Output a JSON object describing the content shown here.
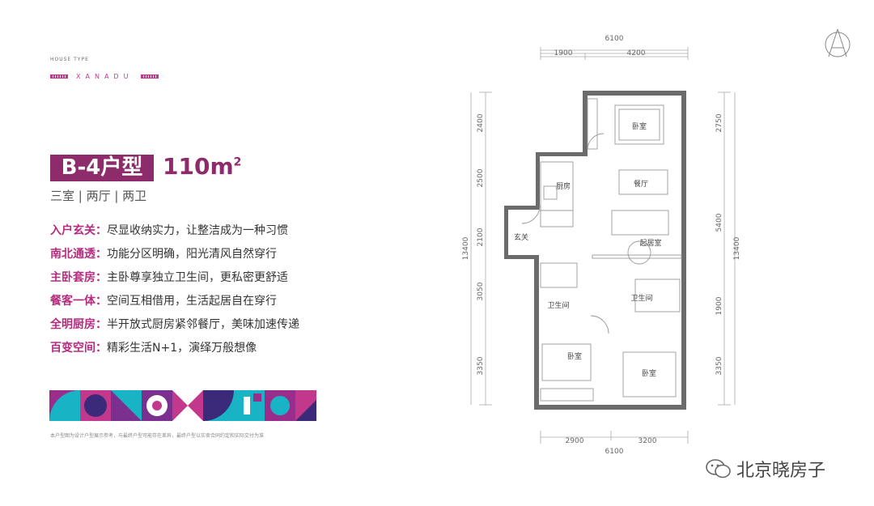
{
  "header": {
    "house_type": "HOUSE TYPE",
    "brand": "XANADU"
  },
  "title": {
    "model": "B-4户型",
    "area": "110m",
    "area_unit_sup": "2",
    "rooms": "三室 | 两厅 | 两卫"
  },
  "features": [
    {
      "key": "入户玄关：",
      "text": "尽显收纳实力，让整洁成为一种习惯"
    },
    {
      "key": "南北通透：",
      "text": "功能分区明确，阳光清风自然穿行"
    },
    {
      "key": "主卧套房：",
      "text": "主卧尊享独立卫生间，更私密更舒适"
    },
    {
      "key": "餐客一体：",
      "text": "空间互相借用，生活起居自在穿行"
    },
    {
      "key": "全明厨房：",
      "text": "半开放式厨房紧邻餐厅，美味加速传递"
    },
    {
      "key": "百变空间：",
      "text": "精彩生活N+1，演绎万般想像"
    }
  ],
  "disclaimer": "本户型图为设计户型展示参考，与最终户型可能存在差异，最终户型以实卖合同约定和实际交付为准",
  "plan": {
    "dims_top": {
      "total": "6100",
      "left": "1900",
      "right": "4200"
    },
    "dims_bottom": {
      "total": "6100",
      "left": "2900",
      "right": "3200"
    },
    "dims_left": {
      "total": "13400",
      "a": "2400",
      "b": "2500",
      "c": "2100",
      "d": "3050",
      "e": "3350"
    },
    "dims_right": {
      "total": "13400",
      "a": "2750",
      "b": "5400",
      "c": "1900",
      "d": "3350"
    },
    "rooms": {
      "bedroom_top": "卧室",
      "dining": "餐厅",
      "kitchen": "厨房",
      "entrance": "玄关",
      "living": "起居室",
      "bath_left": "卫生间",
      "bath_right": "卫生间",
      "bedroom_bl": "卧室",
      "bedroom_br": "卧室"
    }
  },
  "watermark": "北京晓房子",
  "colors": {
    "accent": "#8e2b6a",
    "key": "#b52c7f",
    "wall": "#6b6b6b"
  }
}
